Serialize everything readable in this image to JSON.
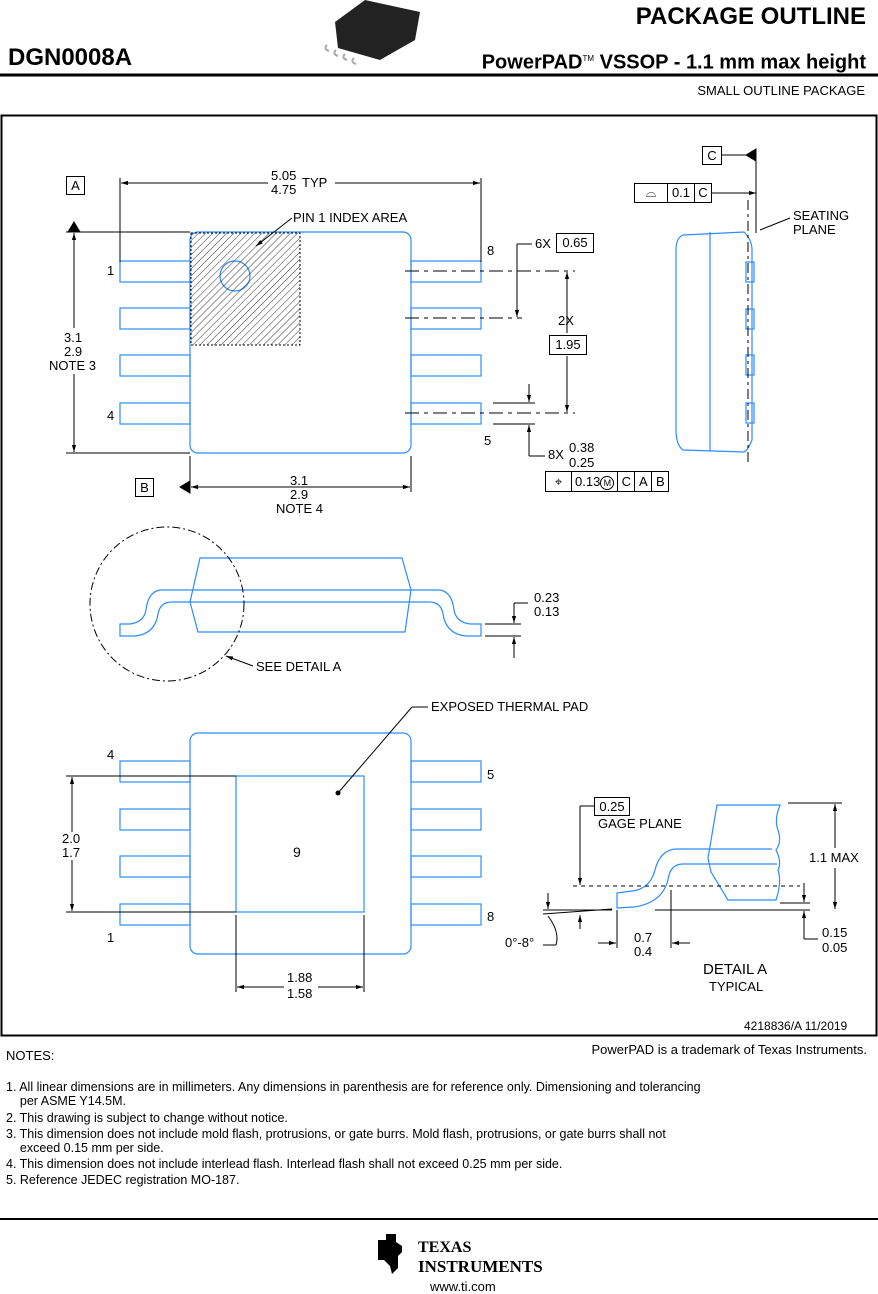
{
  "header": {
    "title": "PACKAGE OUTLINE",
    "part": "DGN0008A",
    "subtitle_brand": "PowerPAD",
    "subtitle_tm": "TM",
    "subtitle_rest": "VSSOP - 1.1 mm max height",
    "package_type": "SMALL OUTLINE PACKAGE"
  },
  "top_view": {
    "datum_a": "A",
    "datum_b": "B",
    "width_max": "5.05",
    "width_min": "4.75",
    "width_typ": "TYP",
    "pin1_label": "PIN 1 INDEX AREA",
    "pin_1": "1",
    "pin_4": "4",
    "pin_8": "8",
    "pin_5": "5",
    "len_max": "3.1",
    "len_min": "2.9",
    "len_note": "NOTE 3",
    "body_max": "3.1",
    "body_min": "2.9",
    "body_note": "NOTE 4",
    "pitch_count": "6X",
    "pitch": "0.65",
    "span_count": "2X",
    "span": "1.95",
    "lead_count": "8X",
    "lead_w_max": "0.38",
    "lead_w_min": "0.25",
    "fcf_tol": "0.13",
    "fcf_mod": "M",
    "fcf_c": "C",
    "fcf_a": "A",
    "fcf_b": "B"
  },
  "side_view": {
    "datum_c": "C",
    "flatness": "0.1",
    "flatness_ref": "C",
    "seating_plane_1": "SEATING",
    "seating_plane_2": "PLANE"
  },
  "profile_view": {
    "thick_max": "0.23",
    "thick_min": "0.13",
    "see_detail": "SEE DETAIL  A"
  },
  "bottom_view": {
    "pad_label": "EXPOSED THERMAL PAD",
    "pad_number": "9",
    "pin_4": "4",
    "pin_1": "1",
    "pin_5": "5",
    "pin_8": "8",
    "pad_h_max": "2.0",
    "pad_h_min": "1.7",
    "pad_w_max": "1.88",
    "pad_w_min": "1.58"
  },
  "detail_a": {
    "gage": "0.25",
    "gage_label": "GAGE PLANE",
    "height": "1.1 MAX",
    "standoff_max": "0.15",
    "standoff_min": "0.05",
    "foot_max": "0.7",
    "foot_min": "0.4",
    "angle": "0°-8°",
    "title": "DETAIL A",
    "subtitle": "TYPICAL"
  },
  "drawing_number": "4218836/A   11/2019",
  "trademark": "PowerPAD is a trademark of Texas Instruments.",
  "notes": {
    "heading": "NOTES:",
    "items": [
      "1. All linear dimensions are in millimeters. Any dimensions in parenthesis are for reference only. Dimensioning and tolerancing",
      "    per ASME Y14.5M.",
      "2. This drawing is subject to change without notice.",
      "3. This dimension does not include mold flash, protrusions, or gate burrs. Mold flash, protrusions, or gate burrs shall not",
      "    exceed 0.15 mm per side.",
      "4. This dimension does not include interlead flash. Interlead flash shall not exceed 0.25 mm per side.",
      "5. Reference JEDEC registration MO-187."
    ]
  },
  "footer": {
    "logo_1": "TEXAS",
    "logo_2": "INSTRUMENTS",
    "url": "www.ti.com"
  },
  "colors": {
    "outline": "#2b8cff",
    "line": "#000000"
  }
}
